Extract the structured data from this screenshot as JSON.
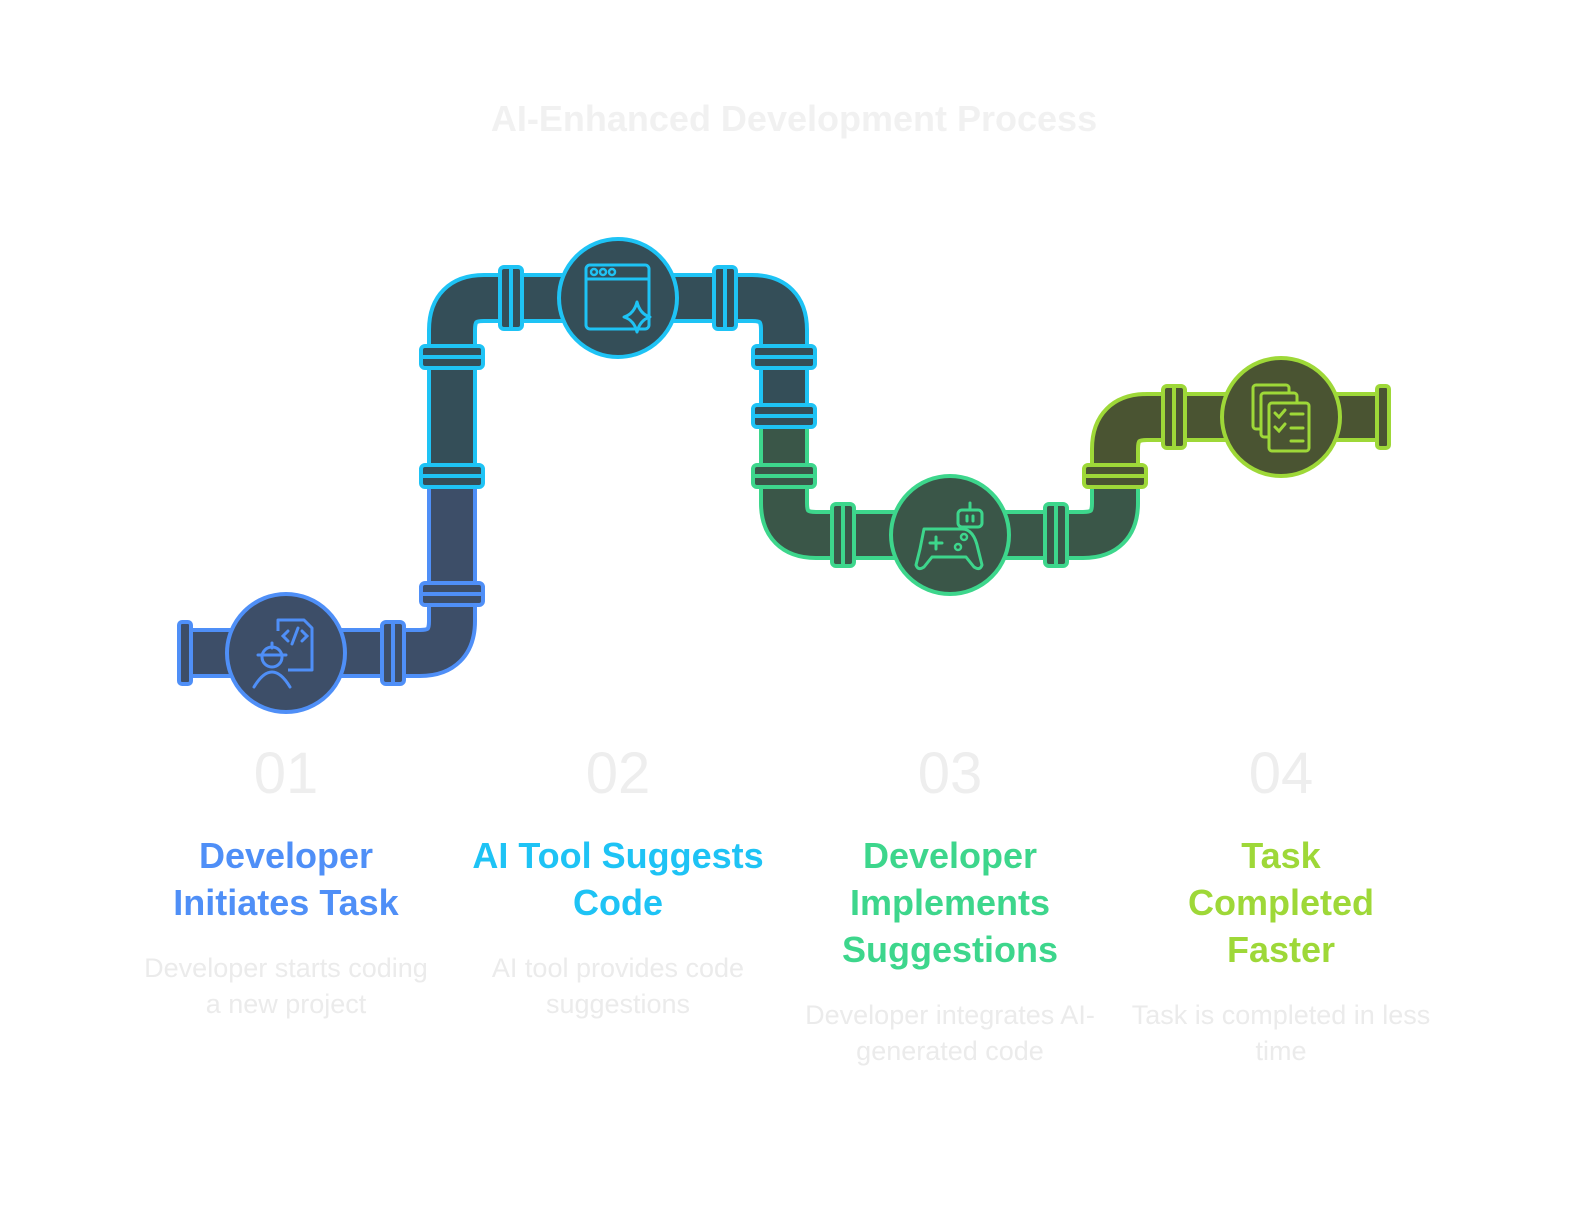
{
  "title": "AI-Enhanced Development Process",
  "steps": [
    {
      "number": "01",
      "heading": "Developer Initiates Task",
      "description": "Developer starts coding a new project",
      "icon": "developer-code-icon",
      "color": "#4f8ff7",
      "dark": "#3d4e68"
    },
    {
      "number": "02",
      "heading": "AI Tool Suggests Code",
      "description": "AI tool provides code suggestions",
      "icon": "browser-sparkle-icon",
      "color": "#1ec3f5",
      "dark": "#344e58"
    },
    {
      "number": "03",
      "heading": "Developer Implements Suggestions",
      "description": "Developer integrates AI-generated code",
      "icon": "gamepad-robot-icon",
      "color": "#3dd68c",
      "dark": "#3a5648"
    },
    {
      "number": "04",
      "heading": "Task Completed Faster",
      "description": "Task is completed in less time",
      "icon": "checklist-documents-icon",
      "color": "#9ed838",
      "dark": "#4a5432"
    }
  ]
}
